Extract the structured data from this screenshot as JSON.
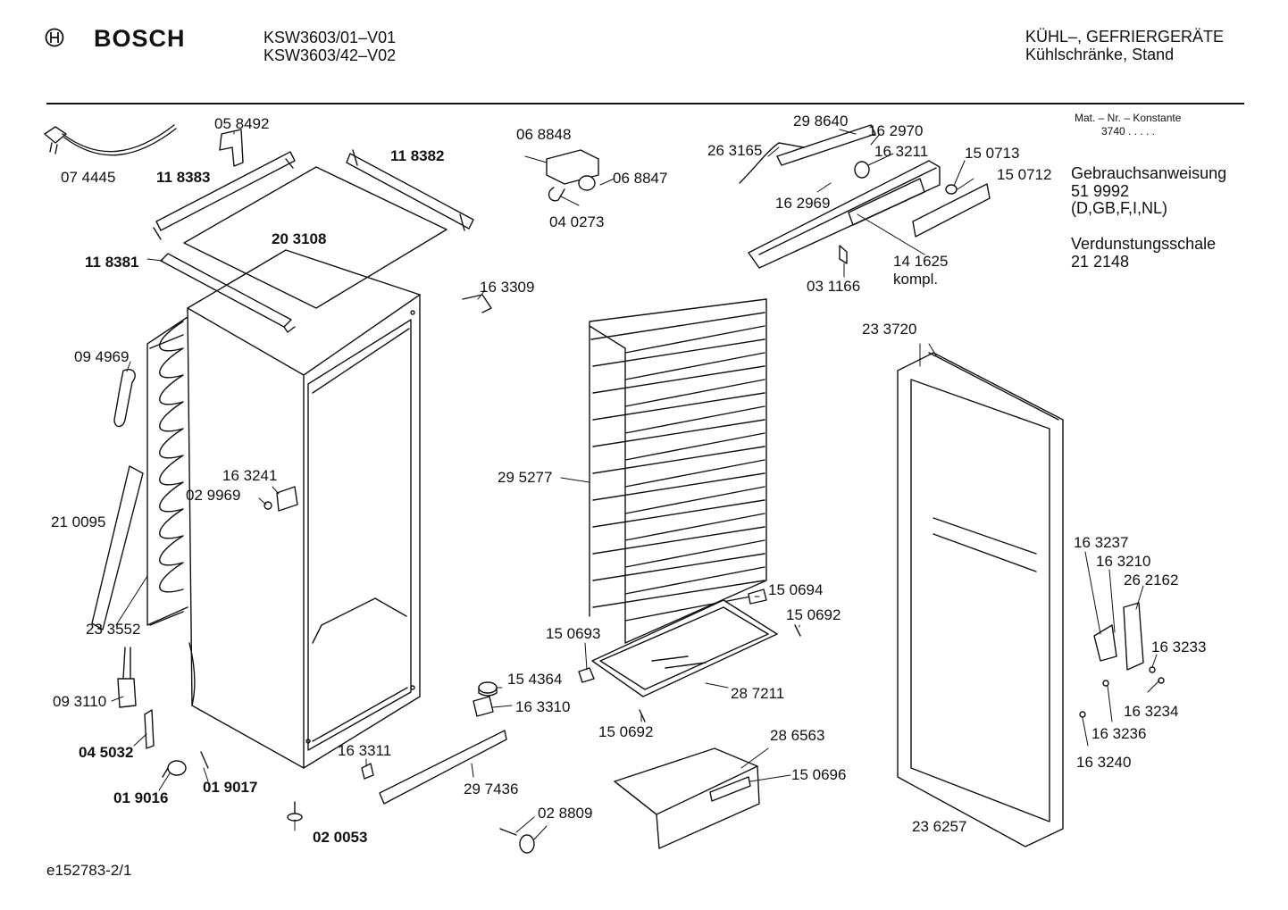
{
  "header": {
    "brand": "BOSCH",
    "models": [
      "KSW3603/01–V01",
      "KSW3603/42–V02"
    ],
    "category": "KÜHL–, GEFRIERGERÄTE",
    "subcategory": "Kühlschränke, Stand"
  },
  "info": {
    "mat_label": "Mat. – Nr. – Konstante",
    "mat_value": "3740  .  .  .  .  .",
    "manual_label": "Gebrauchsanweisung",
    "manual_number": "51 9992",
    "manual_languages": "(D,GB,F,I,NL)",
    "tray_label": "Verdunstungsschale",
    "tray_number": "21 2148"
  },
  "parts": [
    {
      "id": "p074445",
      "text": "07 4445",
      "bold": false
    },
    {
      "id": "p058492",
      "text": "05 8492",
      "bold": false
    },
    {
      "id": "p118383",
      "text": "11 8383",
      "bold": true
    },
    {
      "id": "p118382",
      "text": "11 8382",
      "bold": true
    },
    {
      "id": "p203108",
      "text": "20 3108",
      "bold": true
    },
    {
      "id": "p118381",
      "text": "11 8381",
      "bold": true
    },
    {
      "id": "p068848",
      "text": "06 8848",
      "bold": false
    },
    {
      "id": "p068847",
      "text": "06 8847",
      "bold": false
    },
    {
      "id": "p040273",
      "text": "04 0273",
      "bold": false
    },
    {
      "id": "p163309",
      "text": "16 3309",
      "bold": false
    },
    {
      "id": "p298640",
      "text": "29 8640",
      "bold": false
    },
    {
      "id": "p162970",
      "text": "16 2970",
      "bold": false
    },
    {
      "id": "p263165",
      "text": "26 3165",
      "bold": false
    },
    {
      "id": "p163211",
      "text": "16 3211",
      "bold": false
    },
    {
      "id": "p150713",
      "text": "15 0713",
      "bold": false
    },
    {
      "id": "p150712",
      "text": "15 0712",
      "bold": false
    },
    {
      "id": "p162969",
      "text": "16 2969",
      "bold": false
    },
    {
      "id": "p141625",
      "text": "14 1625",
      "bold": false
    },
    {
      "id": "pkompl",
      "text": "kompl.",
      "bold": false
    },
    {
      "id": "p031166",
      "text": "03 1166",
      "bold": false
    },
    {
      "id": "p094969",
      "text": "09 4969",
      "bold": false
    },
    {
      "id": "p163241",
      "text": "16 3241",
      "bold": false
    },
    {
      "id": "p029969",
      "text": "02 9969",
      "bold": false
    },
    {
      "id": "p210095",
      "text": "21 0095",
      "bold": false
    },
    {
      "id": "p233552",
      "text": "23 3552",
      "bold": false
    },
    {
      "id": "p093110",
      "text": "09 3110",
      "bold": false
    },
    {
      "id": "p045032",
      "text": "04 5032",
      "bold": true
    },
    {
      "id": "p019016",
      "text": "01 9016",
      "bold": true
    },
    {
      "id": "p019017",
      "text": "01 9017",
      "bold": true
    },
    {
      "id": "p020053",
      "text": "02 0053",
      "bold": true
    },
    {
      "id": "p163311",
      "text": "16 3311",
      "bold": false
    },
    {
      "id": "p297436",
      "text": "29 7436",
      "bold": false
    },
    {
      "id": "p028809",
      "text": "02 8809",
      "bold": false
    },
    {
      "id": "p295277",
      "text": "29 5277",
      "bold": false
    },
    {
      "id": "p150694",
      "text": "15 0694",
      "bold": false
    },
    {
      "id": "p150692a",
      "text": "15 0692",
      "bold": false
    },
    {
      "id": "p150693",
      "text": "15 0693",
      "bold": false
    },
    {
      "id": "p154364",
      "text": "15 4364",
      "bold": false
    },
    {
      "id": "p163310",
      "text": "16 3310",
      "bold": false
    },
    {
      "id": "p287211",
      "text": "28 7211",
      "bold": false
    },
    {
      "id": "p150692b",
      "text": "15 0692",
      "bold": false
    },
    {
      "id": "p286563",
      "text": "28 6563",
      "bold": false
    },
    {
      "id": "p150696",
      "text": "15 0696",
      "bold": false
    },
    {
      "id": "p233720",
      "text": "23 3720",
      "bold": false
    },
    {
      "id": "p163237",
      "text": "16 3237",
      "bold": false
    },
    {
      "id": "p163210",
      "text": "16 3210",
      "bold": false
    },
    {
      "id": "p262162",
      "text": "26 2162",
      "bold": false
    },
    {
      "id": "p163233",
      "text": "16 3233",
      "bold": false
    },
    {
      "id": "p163234",
      "text": "16 3234",
      "bold": false
    },
    {
      "id": "p163236",
      "text": "16 3236",
      "bold": false
    },
    {
      "id": "p163240",
      "text": "16 3240",
      "bold": false
    },
    {
      "id": "p236257",
      "text": "23 6257",
      "bold": false
    }
  ],
  "footer": {
    "doc_id": "e152783-2/1"
  }
}
